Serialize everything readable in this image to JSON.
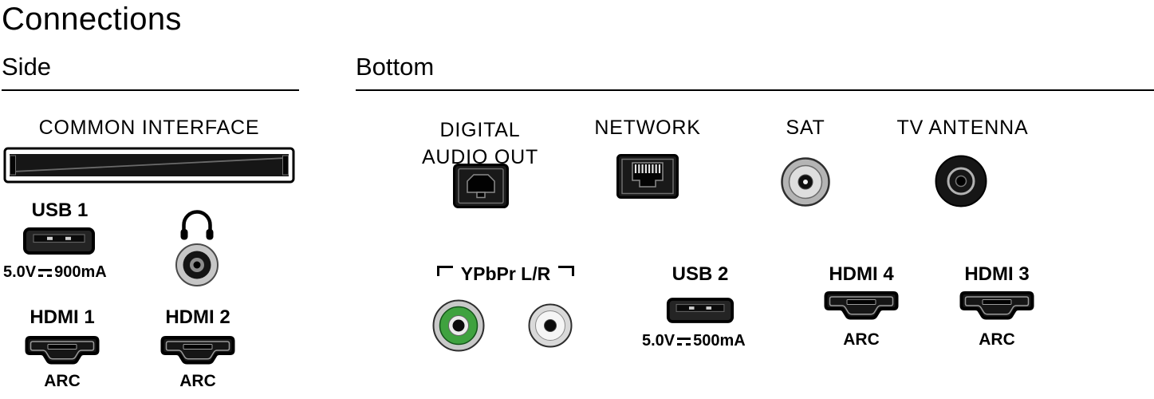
{
  "title": "Connections",
  "sections": {
    "side": {
      "heading": "Side"
    },
    "bottom": {
      "heading": "Bottom"
    }
  },
  "side": {
    "common_interface": {
      "label": "COMMON INTERFACE"
    },
    "usb1": {
      "label": "USB 1",
      "volts": "5.0V",
      "current": "900mA"
    },
    "hdmi1": {
      "label": "HDMI 1",
      "arc": "ARC"
    },
    "hdmi2": {
      "label": "HDMI 2",
      "arc": "ARC"
    }
  },
  "bottom": {
    "digital_audio_out": {
      "line1": "DIGITAL",
      "line2": "AUDIO OUT"
    },
    "network": {
      "label": "NETWORK"
    },
    "sat": {
      "label": "SAT"
    },
    "tv_antenna": {
      "label": "TV ANTENNA"
    },
    "ypbpr": {
      "label": "YPbPr L/R"
    },
    "usb2": {
      "label": "USB 2",
      "volts": "5.0V",
      "current": "500mA"
    },
    "hdmi4": {
      "label": "HDMI 4",
      "arc": "ARC"
    },
    "hdmi3": {
      "label": "HDMI 3",
      "arc": "ARC"
    }
  },
  "colors": {
    "ypbpr_green": "#3fa23f",
    "rca_white": "#f5f5f5"
  }
}
